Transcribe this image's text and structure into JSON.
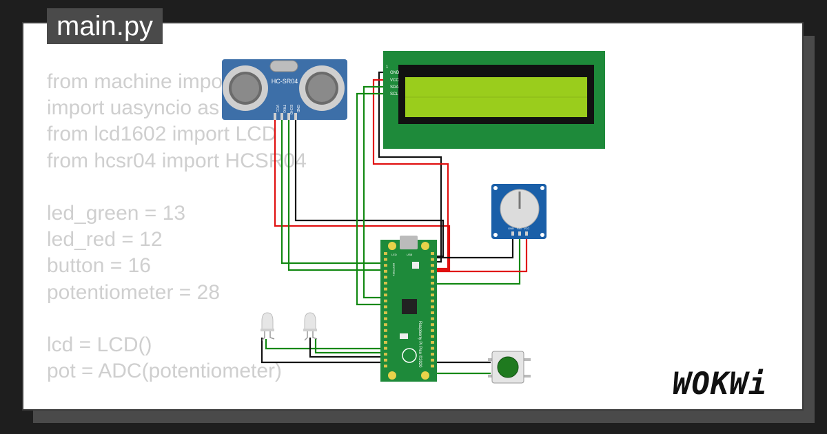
{
  "editor": {
    "filename": "main.py",
    "code_lines": [
      "from machine import Pin, ADC",
      "import uasyncio as asyncio",
      "from lcd1602 import LCD",
      "from hcsr04 import HCSR04",
      "",
      "led_green = 13",
      "led_red = 12",
      "button = 16",
      "potentiometer = 28",
      "",
      "lcd = LCD()",
      "pot = ADC(potentiometer)"
    ]
  },
  "circuit": {
    "ultrasonic": {
      "label": "HC-SR04",
      "pins": [
        "VCC",
        "TRIG",
        "ECHO",
        "GND"
      ]
    },
    "lcd": {
      "pins": [
        "GND",
        "VCC",
        "SDA",
        "SCL"
      ],
      "pin_marker": "1",
      "screen_color": "#9acd1c",
      "board_color": "#1e8a3a"
    },
    "pico": {
      "board_color": "#1e8a3a",
      "label": "Raspberry Pi Pico ©2020",
      "usb_label": "USB",
      "led_label": "LED",
      "bootsel_label": "BOOTSEL"
    },
    "potentiometer": {
      "pins": [
        "GND",
        "SIG",
        "VCC"
      ]
    },
    "button": {
      "color": "#1f7a1f"
    },
    "leds": [
      {
        "name": "led-1"
      },
      {
        "name": "led-2"
      }
    ],
    "wire_colors": {
      "red": "#e01010",
      "green": "#118811",
      "black": "#111111"
    }
  },
  "branding": {
    "logo": "WOKWi"
  }
}
